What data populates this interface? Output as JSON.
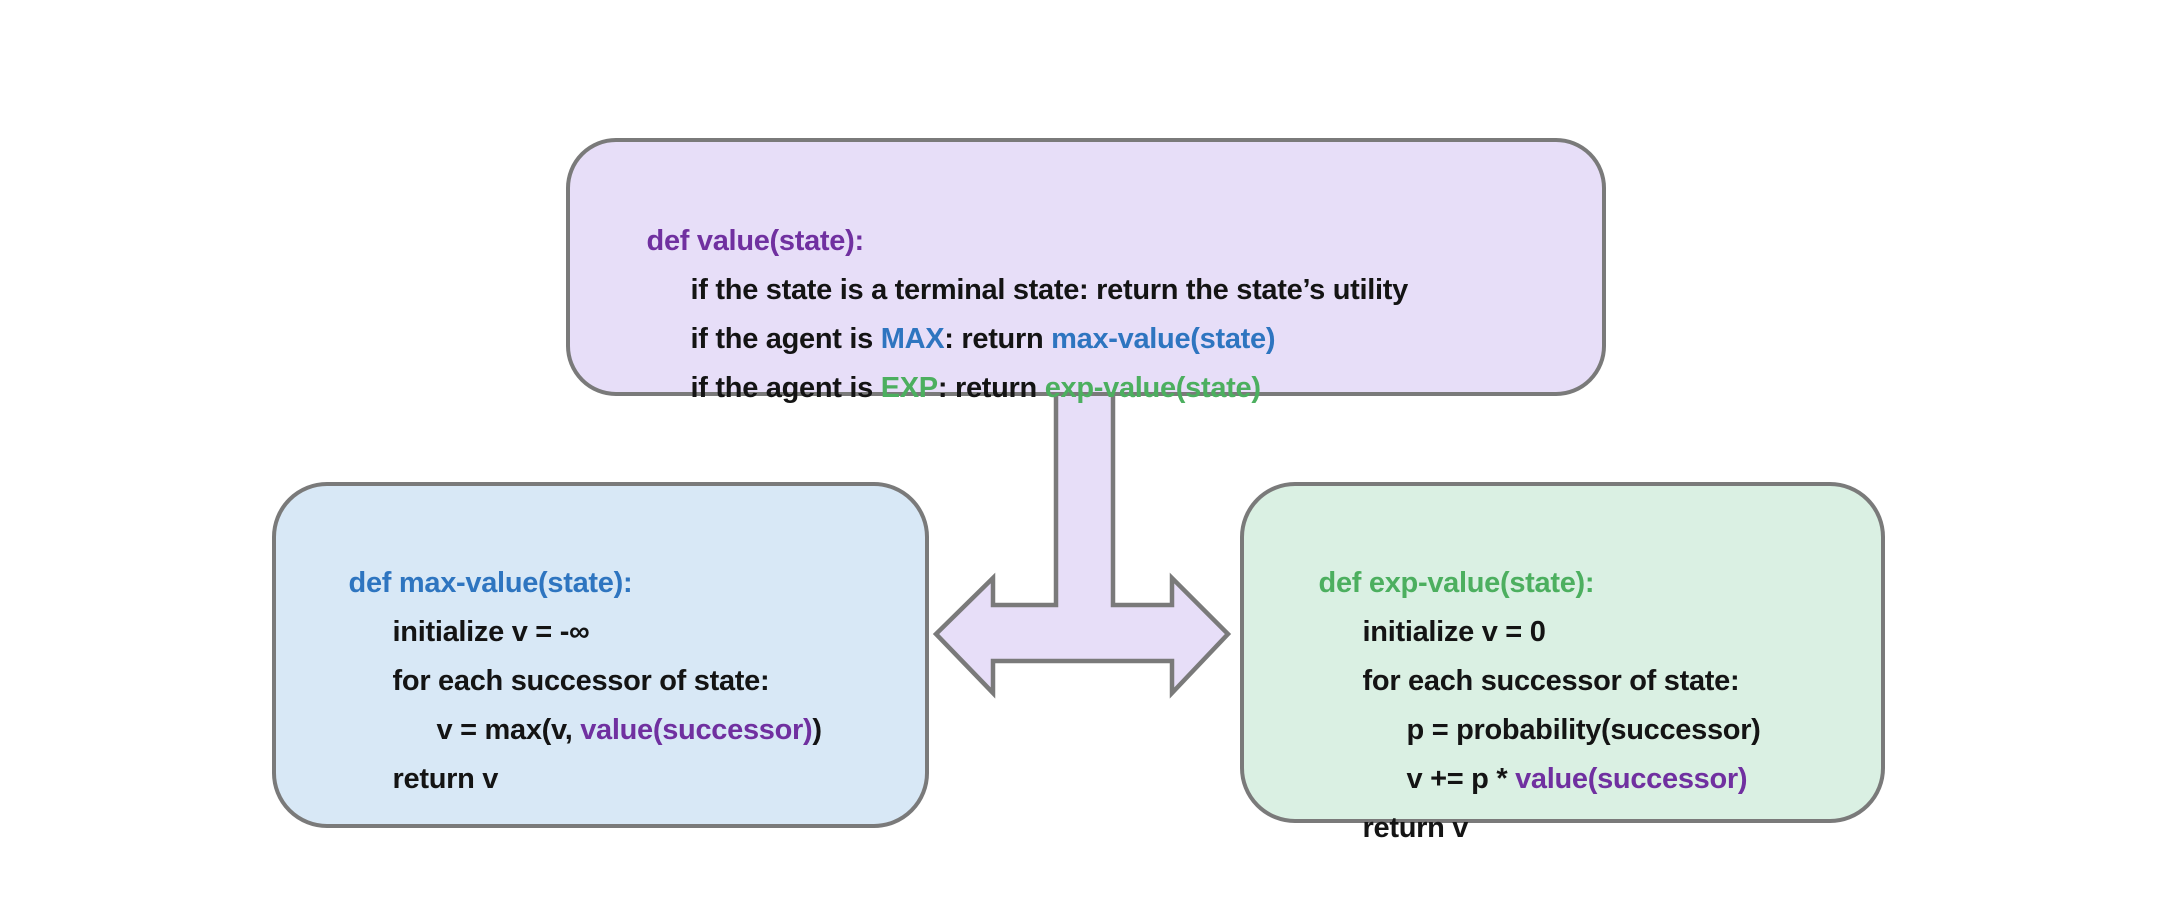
{
  "arrow": {
    "fill": "#E7DEF8",
    "stroke": "#7A7A7A"
  },
  "boxes": {
    "value": {
      "fill": "#E7DEF8",
      "border": "#7A7A7A",
      "lines": [
        {
          "indent": 0,
          "segments": [
            {
              "text": "def value(state):",
              "color": "#7030A0"
            }
          ]
        },
        {
          "indent": 1,
          "segments": [
            {
              "text": "if the state is a terminal state: return the state’s utility",
              "color": "#141414"
            }
          ]
        },
        {
          "indent": 1,
          "segments": [
            {
              "text": "if the agent is ",
              "color": "#141414"
            },
            {
              "text": "MAX",
              "color": "#2E75C0"
            },
            {
              "text": ": return ",
              "color": "#141414"
            },
            {
              "text": "max-value(state)",
              "color": "#2E75C0"
            }
          ]
        },
        {
          "indent": 1,
          "segments": [
            {
              "text": "if the agent is ",
              "color": "#141414"
            },
            {
              "text": "EXP",
              "color": "#4CAF5F"
            },
            {
              "text": ": return ",
              "color": "#141414"
            },
            {
              "text": "exp-value(state)",
              "color": "#4CAF5F"
            }
          ]
        }
      ]
    },
    "max": {
      "fill": "#D8E8F6",
      "border": "#7A7A7A",
      "lines": [
        {
          "indent": 0,
          "segments": [
            {
              "text": "def max-value(state):",
              "color": "#2E75C0"
            }
          ]
        },
        {
          "indent": 1,
          "segments": [
            {
              "text": "initialize v = -∞",
              "color": "#141414"
            }
          ]
        },
        {
          "indent": 1,
          "segments": [
            {
              "text": "for each successor of state:",
              "color": "#141414"
            }
          ]
        },
        {
          "indent": 2,
          "segments": [
            {
              "text": "v = max(v, ",
              "color": "#141414"
            },
            {
              "text": "value(successor)",
              "color": "#7030A0"
            },
            {
              "text": ")",
              "color": "#141414"
            }
          ]
        },
        {
          "indent": 1,
          "segments": [
            {
              "text": "return v",
              "color": "#141414"
            }
          ]
        }
      ]
    },
    "exp": {
      "fill": "#DAF0E3",
      "border": "#7A7A7A",
      "lines": [
        {
          "indent": 0,
          "segments": [
            {
              "text": "def exp-value(state):",
              "color": "#4CAF5F"
            }
          ]
        },
        {
          "indent": 1,
          "segments": [
            {
              "text": "initialize v = 0",
              "color": "#141414"
            }
          ]
        },
        {
          "indent": 1,
          "segments": [
            {
              "text": "for each successor of state:",
              "color": "#141414"
            }
          ]
        },
        {
          "indent": 2,
          "segments": [
            {
              "text": "p = probability(successor)",
              "color": "#141414"
            }
          ]
        },
        {
          "indent": 2,
          "segments": [
            {
              "text": "v += p * ",
              "color": "#141414"
            },
            {
              "text": "value(successor)",
              "color": "#7030A0"
            }
          ]
        },
        {
          "indent": 1,
          "segments": [
            {
              "text": "return v",
              "color": "#141414"
            }
          ]
        }
      ]
    }
  }
}
